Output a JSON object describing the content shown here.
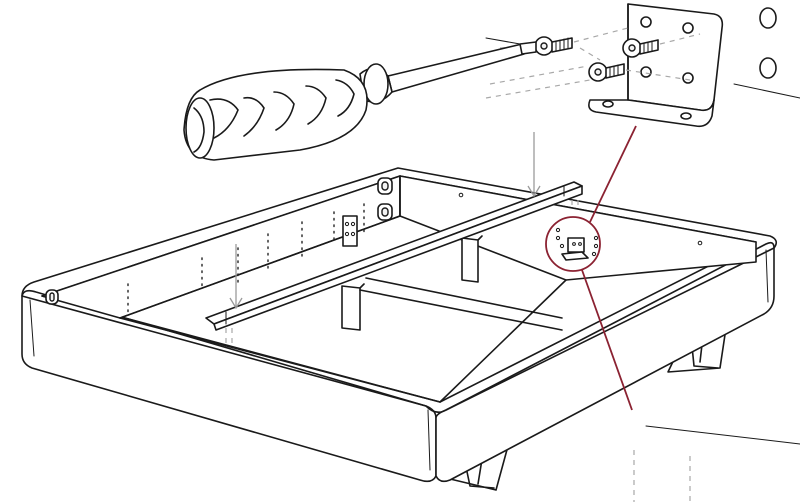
{
  "diagram": {
    "kind": "assembly-instruction",
    "parts": [
      "bed-frame",
      "center-support-beam",
      "corner-bracket",
      "screw",
      "screwdriver",
      "support-legs"
    ],
    "colors": {
      "line": "#1a1a1a",
      "callout": "#8b2232",
      "guide": "#a8a8a8",
      "background": "#ffffff"
    }
  }
}
